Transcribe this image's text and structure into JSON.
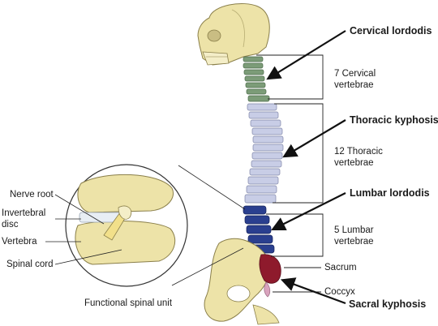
{
  "region_labels": {
    "cervical_lordosis": "Cervical lordodis",
    "thoracic_kyphosis": "Thoracic kyphosis",
    "lumbar_lordosis": "Lumbar lordodis",
    "sacral_kyphosis": "Sacral kyphosis"
  },
  "vertebra_groups": {
    "cervical_line1": "7 Cervical",
    "cervical_line2": "vertebrae",
    "thoracic_line1": "12 Thoracic",
    "thoracic_line2": "vertebrae",
    "lumbar_line1": "5 Lumbar",
    "lumbar_line2": "vertebrae",
    "sacrum": "Sacrum",
    "coccyx": "Coccyx"
  },
  "inset_labels": {
    "nerve_root": "Nerve root",
    "intervertebral_line1": "Invertebral",
    "intervertebral_line2": "disc",
    "vertebra": "Vertebra",
    "spinal_cord": "Spinal cord",
    "caption": "Functional spinal unit"
  },
  "colors": {
    "bone": "#ede3a8",
    "bone_stroke": "#8a7f4a",
    "cervical": "#7c9c78",
    "thoracic": "#c8cde6",
    "lumbar": "#2a3f8f",
    "sacrum": "#8e1a2c",
    "coccyx": "#d9a3bd",
    "line": "#222222"
  }
}
